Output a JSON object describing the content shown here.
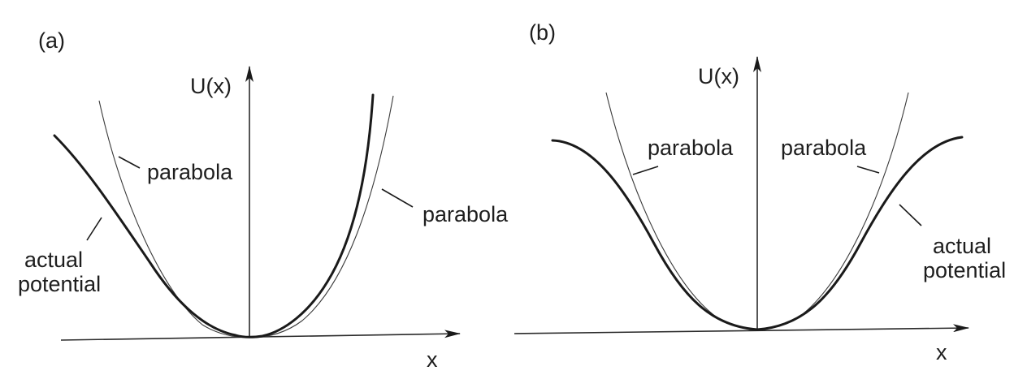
{
  "panel_a": {
    "panel_label": "(a)",
    "y_axis_label": "U(x)",
    "x_axis_label": "x",
    "parabola_label_left": "parabola",
    "parabola_label_right": "parabola",
    "actual_label_line1": "actual",
    "actual_label_line2": "potential"
  },
  "panel_b": {
    "panel_label": "(b)",
    "y_axis_label": "U(x)",
    "x_axis_label": "x",
    "parabola_label_left": "parabola",
    "parabola_label_right": "parabola",
    "actual_label_line1": "actual",
    "actual_label_line2": "potential"
  }
}
